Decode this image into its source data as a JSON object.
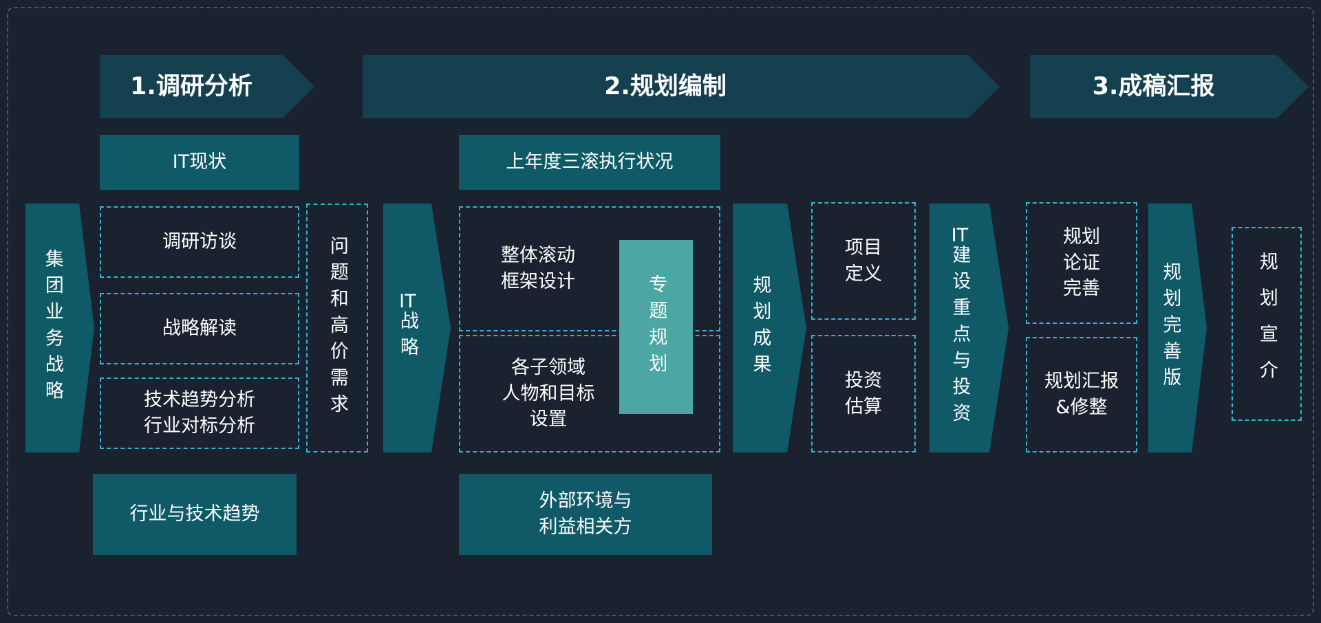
{
  "colors": {
    "background": "#1a222f",
    "header_arrow": "#15404f",
    "solid_teal": "#105a68",
    "light_teal": "#4ca6a3",
    "dashed_border": "#33b2d1",
    "outer_border": "#44566b",
    "text": "#ffffff"
  },
  "headers": {
    "phase1": "1.调研分析",
    "phase2": "2.规划编制",
    "phase3": "3.成稿汇报"
  },
  "labels": {
    "group_strategy": "集团业务战略",
    "it_status": "IT现状",
    "research_interview": "调研访谈",
    "strategy_reading": "战略解读",
    "tech_trend": "技术趋势分析\n行业对标分析",
    "industry_trend": "行业与技术趋势",
    "problems_needs": "问题和高价需求",
    "it_strategy": "IT战略",
    "last_year_status": "上年度三滚执行状况",
    "rolling_framework": "整体滚动\n框架设计",
    "subdomain_goals": "各子领域\n人物和目标\n设置",
    "special_planning": "专题规划",
    "external_env": "外部环境与\n利益相关方",
    "planning_results": "规划成果",
    "project_definition": "项目\n定义",
    "investment_estimate": "投资\n估算",
    "it_construction": "IT建设重点与投资",
    "plan_validation": "规划\n论证\n完善",
    "plan_report": "规划汇报\n&修整",
    "plan_final": "规划完善版",
    "plan_promotion": "规划宣介"
  }
}
